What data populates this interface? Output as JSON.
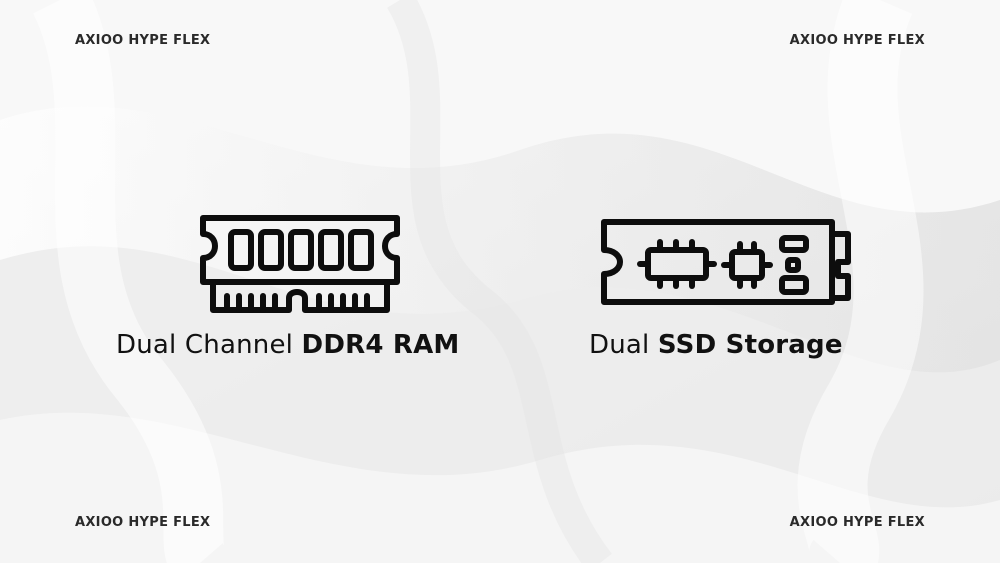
{
  "brand": {
    "top_left": "AXIOO HYPE FLEX",
    "top_right": "AXIOO HYPE FLEX",
    "bottom_left": "AXIOO HYPE FLEX",
    "bottom_right": "AXIOO HYPE FLEX"
  },
  "features": {
    "ram": {
      "label_regular": "Dual Channel ",
      "label_bold": "DDR4 RAM",
      "icon": "ram-module-icon"
    },
    "ssd": {
      "label_regular": "Dual ",
      "label_bold": "SSD Storage",
      "icon": "ssd-m2-icon"
    }
  },
  "colors": {
    "background": "#f1f1f1",
    "text": "#111111",
    "icon_stroke": "#0d0d0d"
  }
}
